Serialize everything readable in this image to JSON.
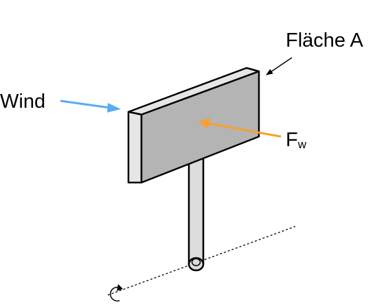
{
  "labels": {
    "wind": "Wind",
    "area": "Fläche A",
    "force_main": "F",
    "force_sub": "w"
  },
  "colors": {
    "wind_arrow": "#5aaaf5",
    "force_arrow": "#f5a032",
    "board_front": "#b4b4b4",
    "board_side": "#e6e6e6",
    "pole": "#dcdcdc",
    "outline": "#000000"
  },
  "icons": {
    "rotation": "rotation-arrow-icon"
  }
}
